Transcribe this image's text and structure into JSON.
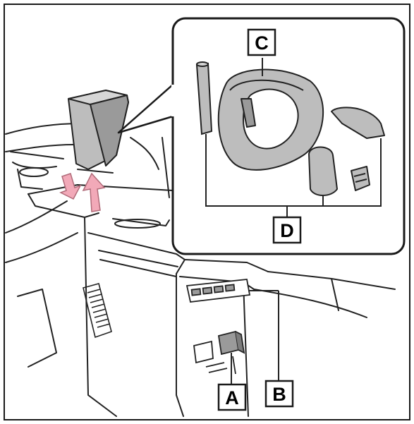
{
  "colors": {
    "outline": "#222222",
    "part_fill": "#bdbdbd",
    "part_dark": "#9a9a9a",
    "arrow_pink": "#f2a9b8",
    "arrow_stroke": "#b06a78",
    "frame": "#1a1a1a",
    "background": "#ffffff"
  },
  "callouts": {
    "a": "A",
    "b": "B",
    "c": "C",
    "d": "D"
  },
  "icons": {
    "up_arrow": "arrow-up-icon",
    "down_arrow": "arrow-down-icon"
  }
}
